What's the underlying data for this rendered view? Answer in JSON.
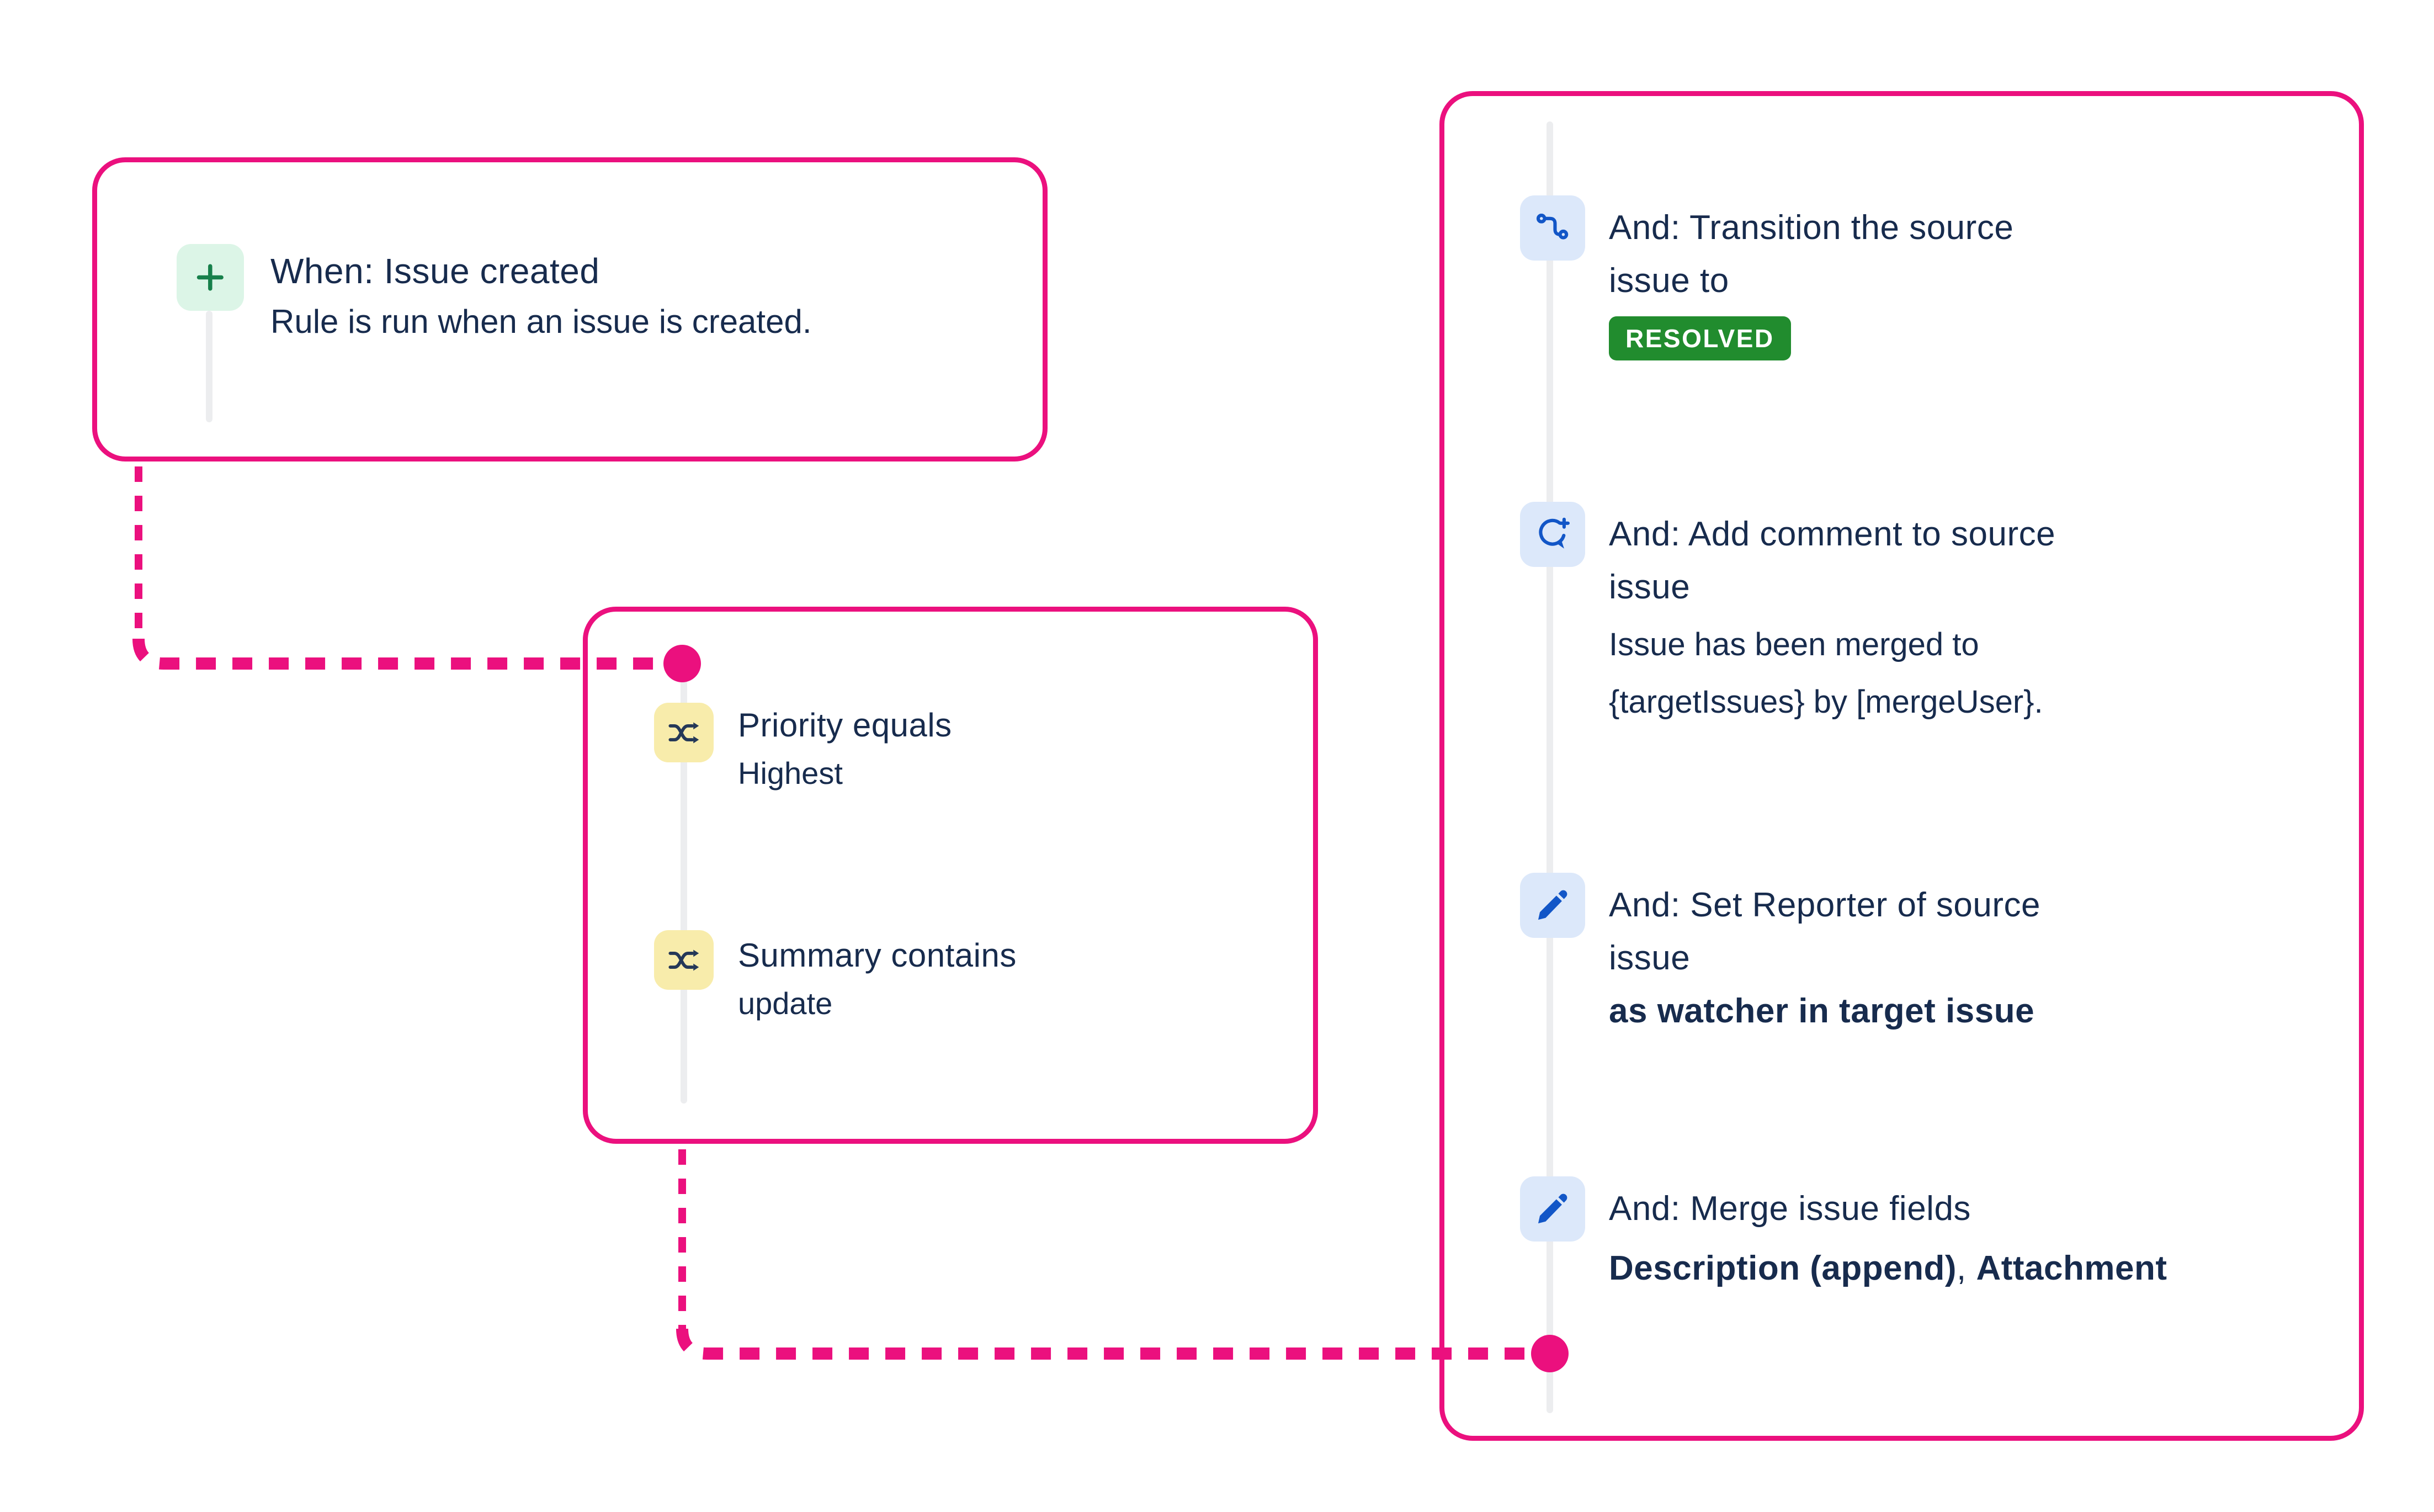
{
  "theme": {
    "accent_pink": "#EB107E",
    "text_navy": "#172B4D",
    "badge_green": "#218C2E",
    "icon_green_bg": "#DCF5E7",
    "icon_green_glyph": "#17804B",
    "icon_yellow_bg": "#F8ECAB",
    "icon_yellow_glyph": "#253858",
    "icon_blue_bg": "#DCE8FA",
    "icon_blue_glyph": "#1256C7",
    "timeline_gray": "#ECEDEF"
  },
  "trigger": {
    "icon": "plus-icon",
    "title": "When: Issue created",
    "subtitle": "Rule is run when an issue is created."
  },
  "conditions": {
    "items": [
      {
        "icon": "shuffle-icon",
        "title": "Priority equals",
        "value": "Highest"
      },
      {
        "icon": "shuffle-icon",
        "title": "Summary contains",
        "value": "update"
      }
    ]
  },
  "actions": {
    "items": [
      {
        "icon": "transition-icon",
        "title_lines": [
          "And: Transition the source",
          "issue to"
        ],
        "badge": "RESOLVED"
      },
      {
        "icon": "comment-add-icon",
        "title_lines": [
          "And: Add comment to source",
          "issue"
        ],
        "subtitle_lines": [
          "Issue has been merged to",
          "{targetIssues} by [mergeUser}."
        ]
      },
      {
        "icon": "pencil-icon",
        "title_lines": [
          "And: Set Reporter of source",
          "issue"
        ],
        "emphasis": "as watcher in target issue"
      },
      {
        "icon": "pencil-icon",
        "title_lines": [
          "And: Merge issue fields"
        ],
        "fields": [
          "Description (append)",
          "Attachment"
        ],
        "separator": ", "
      }
    ]
  }
}
